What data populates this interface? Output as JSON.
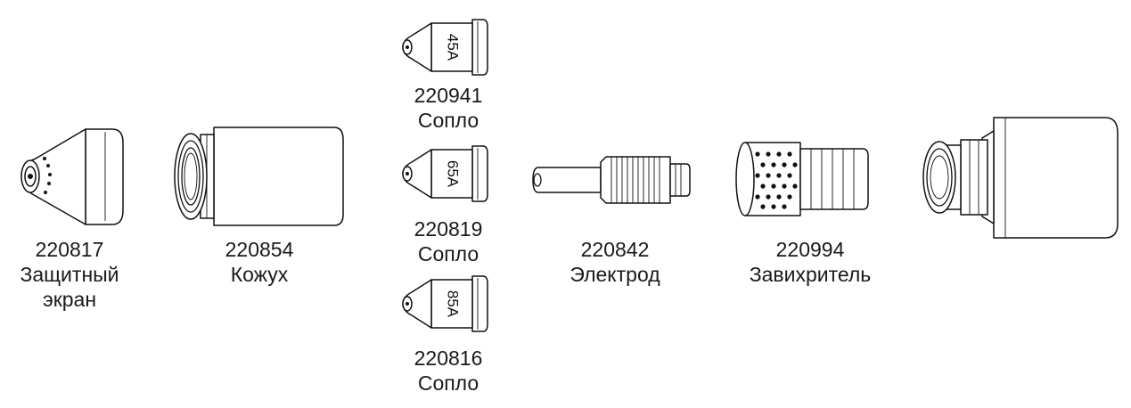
{
  "parts": [
    {
      "id": "shield",
      "number": "220817",
      "name_lines": [
        "Защитный",
        "экран"
      ]
    },
    {
      "id": "retaining-cap",
      "number": "220854",
      "name_lines": [
        "Кожух"
      ]
    },
    {
      "id": "nozzle-45",
      "number": "220941",
      "name_lines": [
        "Сопло"
      ],
      "engraving": "45A"
    },
    {
      "id": "nozzle-65",
      "number": "220819",
      "name_lines": [
        "Сопло"
      ],
      "engraving": "65A"
    },
    {
      "id": "nozzle-85",
      "number": "220816",
      "name_lines": [
        "Сопло"
      ],
      "engraving": "85A"
    },
    {
      "id": "electrode",
      "number": "220842",
      "name_lines": [
        "Электрод"
      ]
    },
    {
      "id": "swirl-ring",
      "number": "220994",
      "name_lines": [
        "Завихритель"
      ]
    },
    {
      "id": "torch-head",
      "number": "",
      "name_lines": []
    }
  ]
}
